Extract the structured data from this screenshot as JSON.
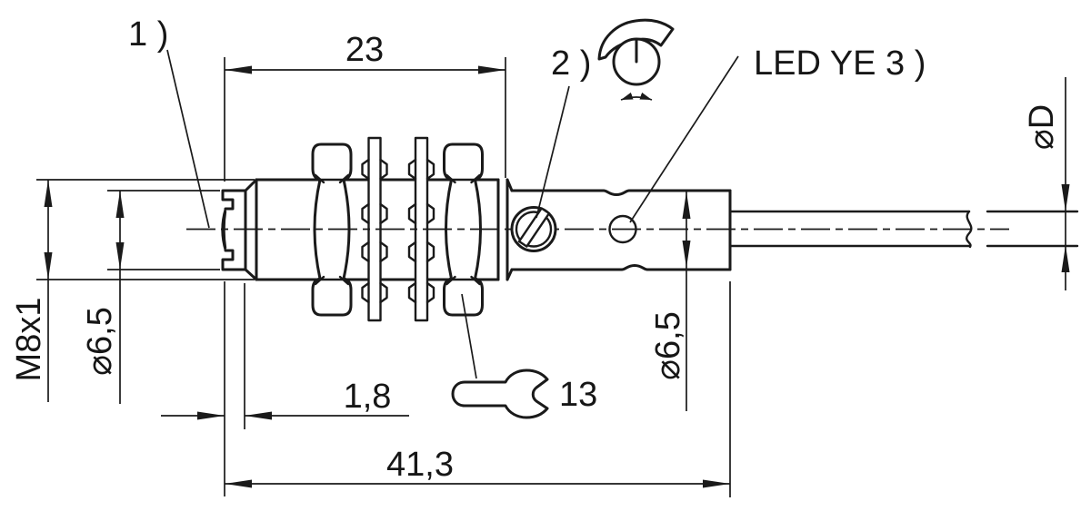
{
  "drawing": {
    "kind": "dimensional-drawing",
    "component": "M8 cylindrical sensor with potentiometer, LED and cable outlet",
    "background": "#ffffff",
    "line_color": "#1a1a1a",
    "labels": {
      "callout1": "1 )",
      "callout2": "2 )",
      "callout3": "LED YE 3 )"
    },
    "dimensions": {
      "threadLength": "23",
      "tipLength": "1,8",
      "totalLength": "41,3",
      "thread": "M8x1",
      "frontDiameter": "⌀6,5",
      "rearDiameter": "⌀6,5",
      "cableDiameter": "⌀D",
      "wrenchSize": "13"
    },
    "symbols": {
      "potentiometer": "rotary-adjustment-knob",
      "adjustmentScrew": "slotted-potentiometer-screw",
      "ledWindow": "led-indicator-hole",
      "wrench": "open-end-wrench"
    }
  }
}
